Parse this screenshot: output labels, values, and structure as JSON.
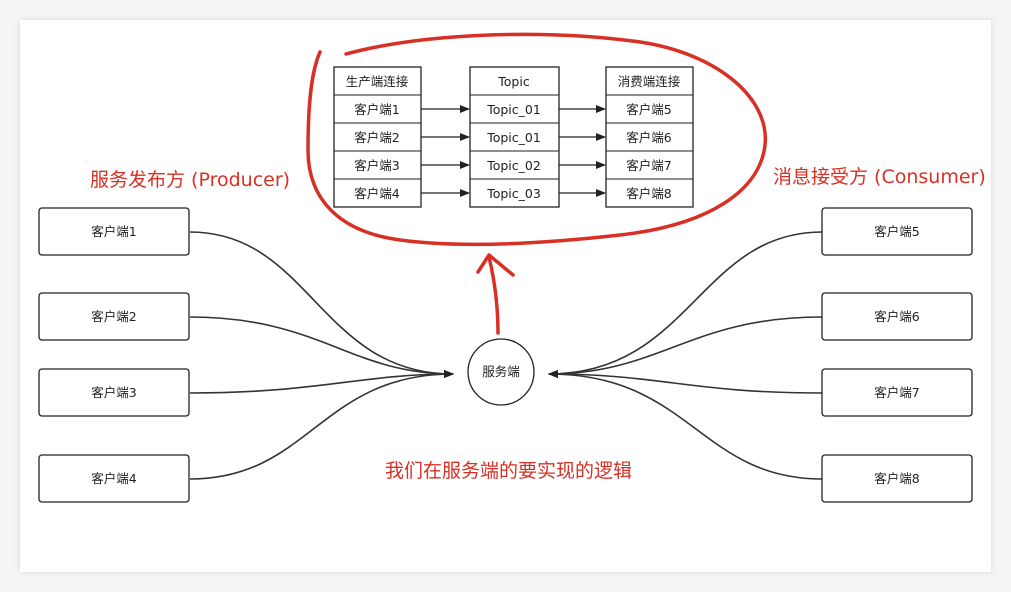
{
  "producer_title": "服务发布方 (Producer)",
  "consumer_title": "消息接受方 (Consumer)",
  "server_label": "服务端",
  "note": "我们在服务端的要实现的逻辑",
  "producers": [
    "客户端1",
    "客户端2",
    "客户端3",
    "客户端4"
  ],
  "consumers": [
    "客户端5",
    "客户端6",
    "客户端7",
    "客户端8"
  ],
  "table": {
    "producer_column": {
      "header": "生产端连接",
      "rows": [
        "客户端1",
        "客户端2",
        "客户端3",
        "客户端4"
      ]
    },
    "topic_column": {
      "header": "Topic",
      "rows": [
        "Topic_01",
        "Topic_01",
        "Topic_02",
        "Topic_03"
      ]
    },
    "consumer_column": {
      "header": "消费端连接",
      "rows": [
        "客户端5",
        "客户端6",
        "客户端7",
        "客户端8"
      ]
    }
  },
  "colors": {
    "annotation": "#d93025",
    "stroke": "#333333"
  }
}
